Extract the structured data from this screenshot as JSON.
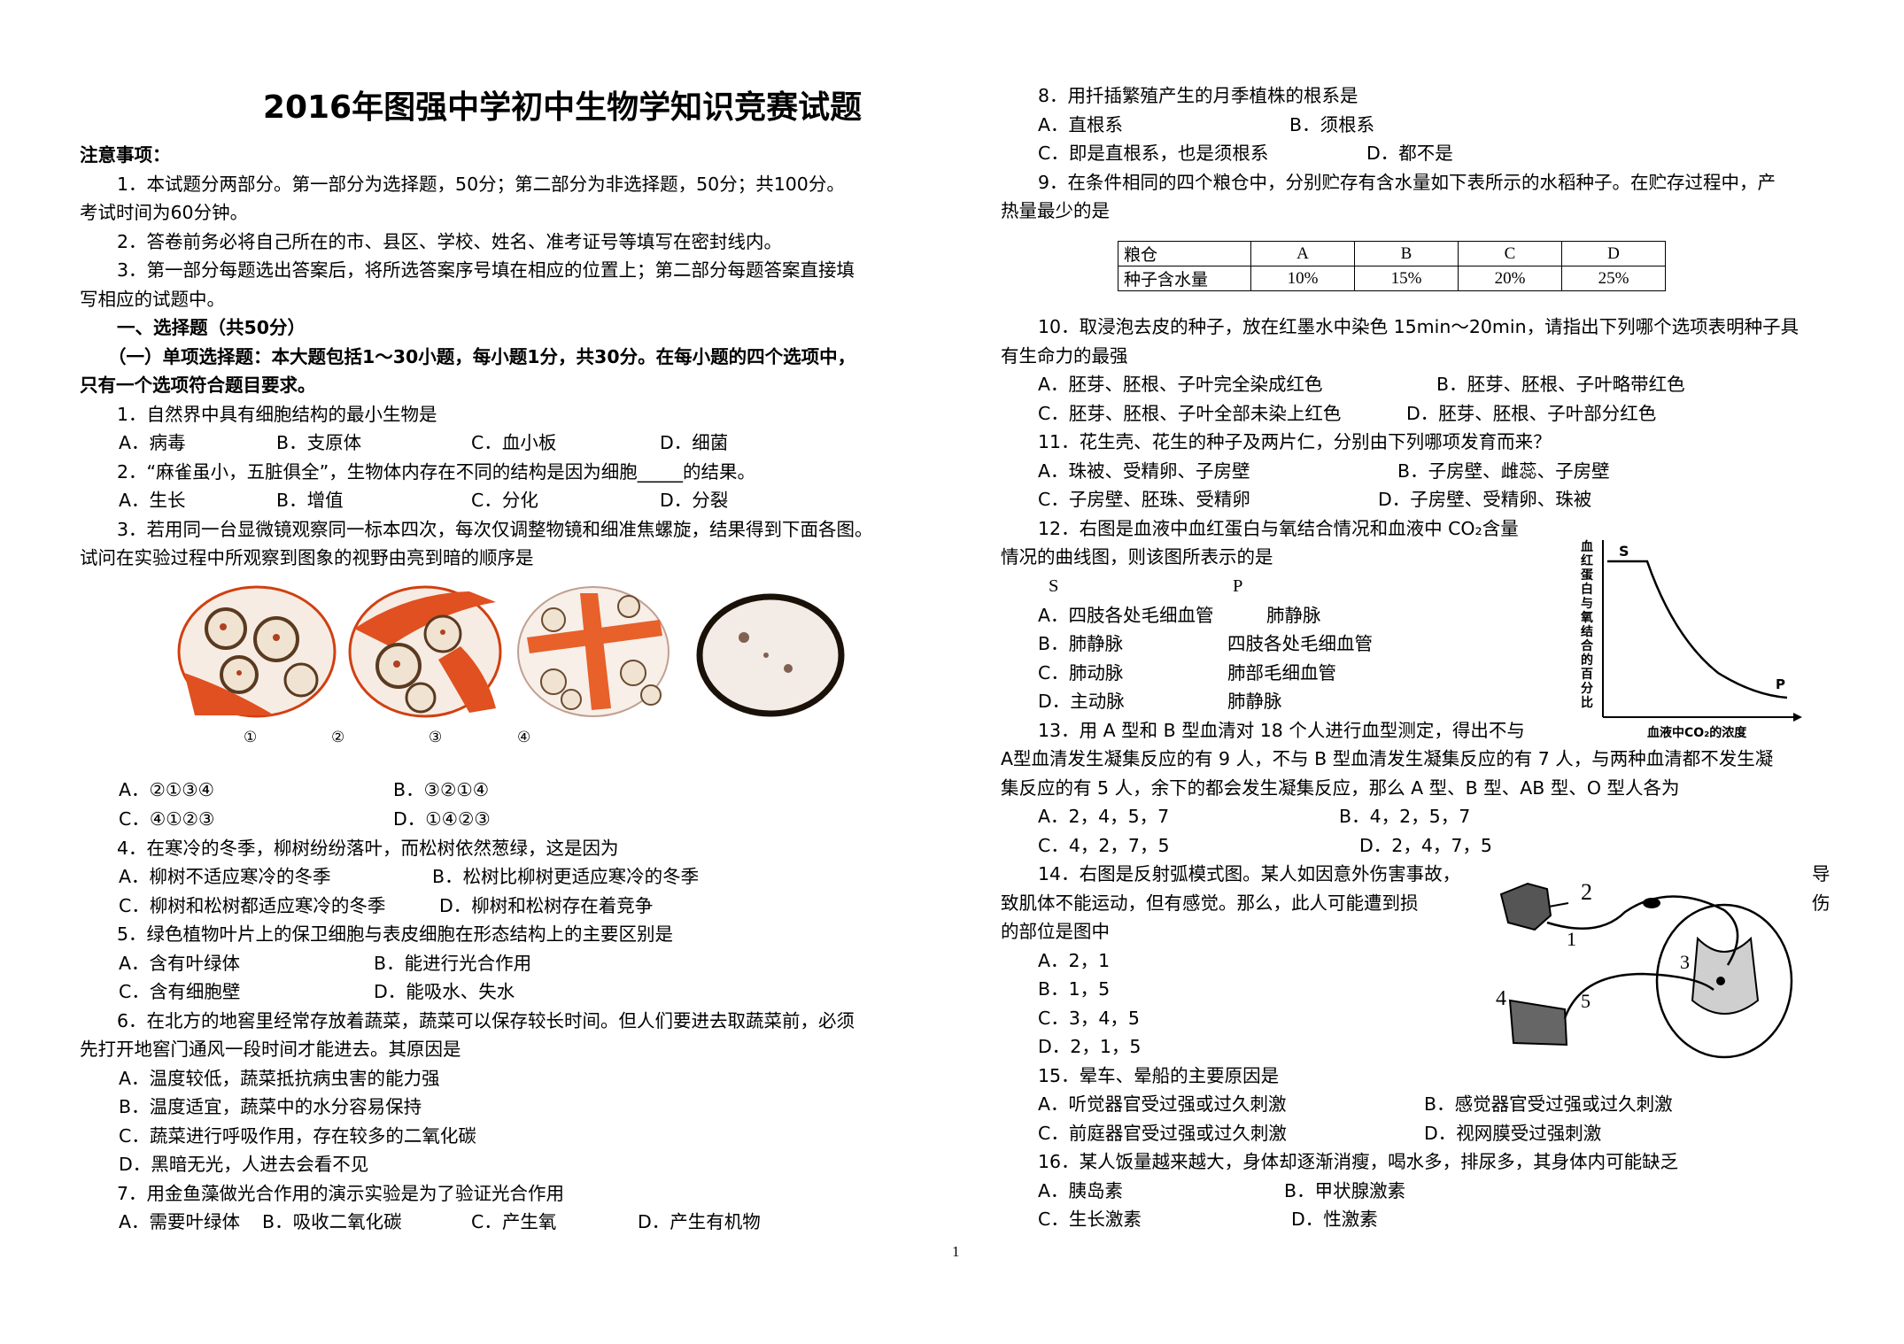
{
  "title": "2016年图强中学初中生物学知识竞赛试题",
  "notice": {
    "heading": "注意事项：",
    "items": [
      "1．本试题分两部分。第一部分为选择题，50分；第二部分为非选择题，50分；共100分。",
      "考试时间为60分钟。",
      "2．答卷前务必将自己所在的市、县区、学校、姓名、准考证号等填写在密封线内。",
      "3．第一部分每题选出答案后，将所选答案序号填在相应的位置上；第二部分每题答案直接填",
      "写相应的试题中。"
    ]
  },
  "section1": "一、选择题（共50分）",
  "subsection1_a": "（一）单项选择题：本大题包括1～30小题，每小题1分，共30分。在每小题的四个选项中，",
  "subsection1_b": "只有一个选项符合题目要求。",
  "q1": {
    "stem": "1．自然界中具有细胞结构的最小生物是",
    "a": "A．病毒",
    "b": "B．支原体",
    "c": "C．血小板",
    "d": "D．细菌"
  },
  "q2": {
    "stem": "2．“麻雀虽小，五脏俱全”，生物体内存在不同的结构是因为细胞_____的结果。",
    "a": "A．生长",
    "b": "B．增值",
    "c": "C．分化",
    "d": "D．分裂"
  },
  "q3": {
    "stem1": "3．若用同一台显微镜观察同一标本四次，每次仅调整物镜和细准焦螺旋，结果得到下面各图。",
    "stem2": "试问在实验过程中所观察到图象的视野由亮到暗的顺序是",
    "labels": [
      "①",
      "②",
      "③",
      "④"
    ],
    "a": "A．②①③④",
    "b": "B．③②①④",
    "c": "C．④①②③",
    "d": "D．①④②③"
  },
  "q4": {
    "stem": "4．在寒冷的冬季，柳树纷纷落叶，而松树依然葱绿，这是因为",
    "a": "A．柳树不适应寒冷的冬季",
    "b": "B．松树比柳树更适应寒冷的冬季",
    "c": "C．柳树和松树都适应寒冷的冬季",
    "d": "D．柳树和松树存在着竞争"
  },
  "q5": {
    "stem": "5．绿色植物叶片上的保卫细胞与表皮细胞在形态结构上的主要区别是",
    "a": "A．含有叶绿体",
    "b": "B．能进行光合作用",
    "c": "C．含有细胞壁",
    "d": "D．能吸水、失水"
  },
  "q6": {
    "stem1": "6．在北方的地窖里经常存放着蔬菜，蔬菜可以保存较长时间。但人们要进去取蔬菜前，必须",
    "stem2": "先打开地窖门通风一段时间才能进去。其原因是",
    "a": "A．温度较低，蔬菜抵抗病虫害的能力强",
    "b": "B．温度适宜，蔬菜中的水分容易保持",
    "c": "C．蔬菜进行呼吸作用，存在较多的二氧化碳",
    "d": "D．黑暗无光，人进去会看不见"
  },
  "q7": {
    "stem": "7．用金鱼藻做光合作用的演示实验是为了验证光合作用",
    "a": "A．需要叶绿体",
    "b": "B．吸收二氧化碳",
    "c": "C．产生氧",
    "d": "D．产生有机物"
  },
  "q8": {
    "stem": "8．用扦插繁殖产生的月季植株的根系是",
    "a": "A．直根系",
    "b": "B．须根系",
    "c": "C．即是直根系，也是须根系",
    "d": "D．都不是"
  },
  "q9": {
    "stem1": "9．在条件相同的四个粮仓中，分别贮存有含水量如下表所示的水稻种子。在贮存过程中，产",
    "stem2": "热量最少的是",
    "table": {
      "row1_head": "粮仓",
      "row2_head": "种子含水量",
      "cols": [
        "A",
        "B",
        "C",
        "D"
      ],
      "values": [
        "10%",
        "15%",
        "20%",
        "25%"
      ]
    }
  },
  "q10": {
    "stem1": "10．取浸泡去皮的种子，放在红墨水中染色 15min～20min，请指出下列哪个选项表明种子具",
    "stem2": "有生命力的最强",
    "a": "A．胚芽、胚根、子叶完全染成红色",
    "b": "B．胚芽、胚根、子叶略带红色",
    "c": "C．胚芽、胚根、子叶全部未染上红色",
    "d": "D．胚芽、胚根、子叶部分红色"
  },
  "q11": {
    "stem": "11．花生壳、花生的种子及两片仁，分别由下列哪项发育而来？",
    "a": "A．珠被、受精卵、子房壁",
    "b": "B．子房壁、雌蕊、子房壁",
    "c": "C．子房壁、胚珠、受精卵",
    "d": "D．子房壁、受精卵、珠被"
  },
  "q12": {
    "stem1": "12．右图是血液中血红蛋白与氧结合情况和血液中 CO₂含量",
    "stem2": "情况的曲线图，则该图所表示的是",
    "colS": "S",
    "colP": "P",
    "a1": "A．四肢各处毛细血管",
    "a2": "肺静脉",
    "b1": "B．肺静脉",
    "b2": "四肢各处毛细血管",
    "c1": "C．肺动脉",
    "c2": "肺部毛细血管",
    "d1": "D．主动脉",
    "d2": "肺静脉",
    "graph": {
      "ylabel": "血红蛋白与氧结合的百分比",
      "xlabel": "血液中CO₂的浓度",
      "point_s": "S",
      "point_p": "P"
    }
  },
  "q13": {
    "stem1": "13．用 A 型和 B 型血清对 18 个人进行血型测定，得出不与",
    "stem2": "A型血清发生凝集反应的有 9 人，不与 B 型血清发生凝集反应的有 7 人，与两种血清都不发生凝",
    "stem3": "集反应的有 5 人，余下的都会发生凝集反应，那么 A 型、B 型、AB 型、O 型人各为",
    "a": "A．2，4，5，7",
    "b": "B．4，2，5，7",
    "c": "C．4，2，7，5",
    "d": "D．2，4，7，5"
  },
  "q14": {
    "stem1": "14．右图是反射弧模式图。某人如因意外伤害事故，",
    "stem1_end": "导",
    "stem2": "致肌体不能运动，但有感觉。那么，此人可能遭到损",
    "stem2_end": "伤",
    "stem3": "的部位是图中",
    "a": "A．2，1",
    "b": "B．1，5",
    "c": "C．3，4，5",
    "d": "D．2，1，5",
    "diagram_labels": [
      "2",
      "1",
      "3",
      "4",
      "5"
    ]
  },
  "q15": {
    "stem": "15．晕车、晕船的主要原因是",
    "a": "A．听觉器官受过强或过久刺激",
    "b": "B．感觉器官受过强或过久刺激",
    "c": "C．前庭器官受过强或过久刺激",
    "d": "D．视网膜受过强刺激"
  },
  "q16": {
    "stem": "16．某人饭量越来越大，身体却逐渐消瘦，喝水多，排尿多，其身体内可能缺乏",
    "a": "A．胰岛素",
    "b": "B．甲状腺激素",
    "c": "C．生长激素",
    "d": "D．性激素"
  },
  "page_number": "1"
}
